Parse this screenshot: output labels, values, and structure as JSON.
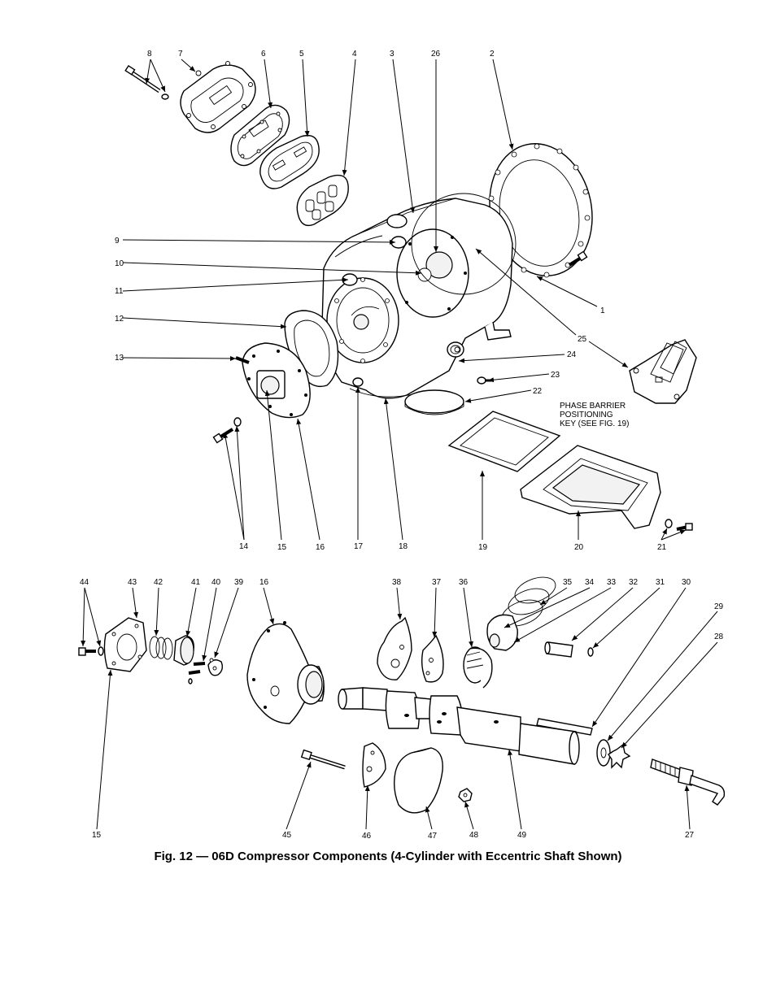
{
  "caption": "Fig. 12 — 06D Compressor Components (4-Cylinder with Eccentric Shaft Shown)",
  "note_lines": [
    "PHASE BARRIER",
    "POSITIONING",
    "KEY (SEE FIG. 19)"
  ],
  "callouts_upper": [
    "8",
    "7",
    "6",
    "5",
    "4",
    "3",
    "26",
    "2",
    "9",
    "10",
    "11",
    "12",
    "13",
    "1",
    "25",
    "24",
    "23",
    "22",
    "14",
    "15",
    "16",
    "17",
    "18",
    "19",
    "20",
    "21"
  ],
  "callouts_lower": [
    "44",
    "43",
    "42",
    "41",
    "40",
    "39",
    "16",
    "38",
    "37",
    "36",
    "35",
    "34",
    "33",
    "32",
    "31",
    "30",
    "29",
    "28",
    "15",
    "45",
    "46",
    "47",
    "48",
    "49",
    "27"
  ],
  "icons": {
    "arrowhead": "arrow-icon"
  }
}
